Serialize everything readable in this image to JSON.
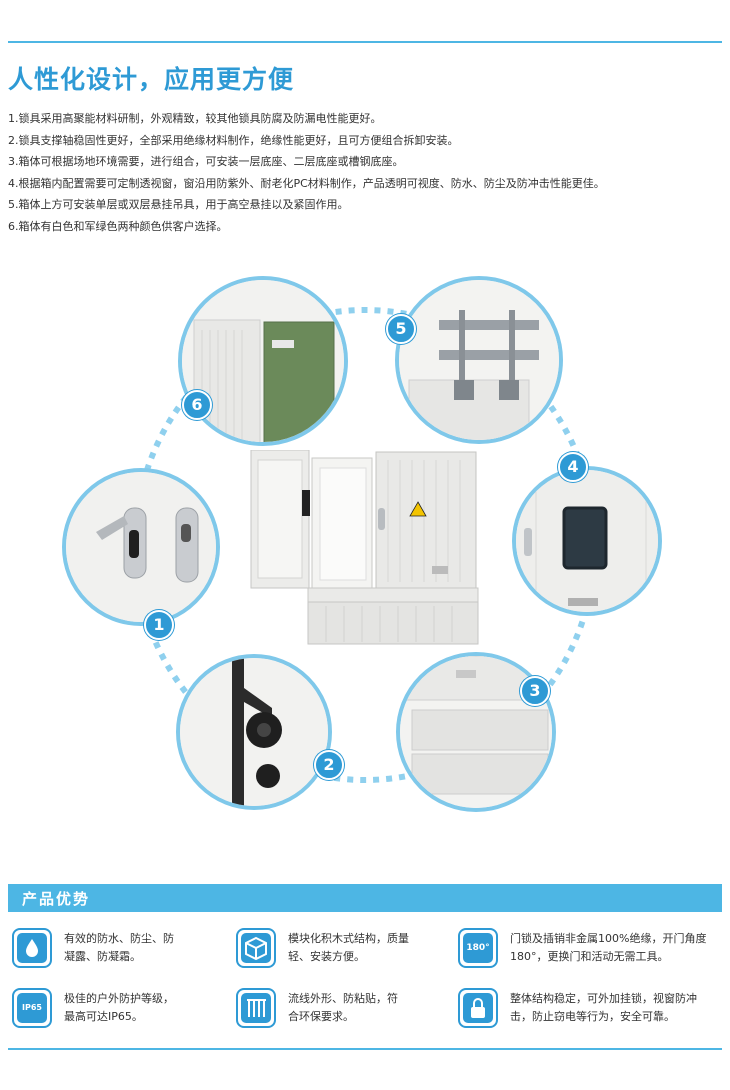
{
  "header": {
    "title": "人性化设计，应用更方便"
  },
  "features": [
    "1.锁具采用高聚能材料研制，外观精致，较其他锁具防腐及防漏电性能更好。",
    "2.锁具支撑轴稳固性更好，全部采用绝缘材料制作，绝缘性能更好，且可方便组合拆卸安装。",
    "3.箱体可根据场地环境需要，进行组合，可安装一层底座、二层底座或槽钢底座。",
    "4.根据箱内配置需要可定制透视窗，窗沿用防紫外、耐老化PC材料制作，产品透明可视度、防水、防尘及防冲击性能更佳。",
    "5.箱体上方可安装单层或双层悬挂吊具，用于高空悬挂以及紧固作用。",
    "6.箱体有白色和军绿色两种颜色供客户选择。"
  ],
  "badges": [
    "1",
    "2",
    "3",
    "4",
    "5",
    "6"
  ],
  "advantages": {
    "title": "产品优势",
    "items": [
      {
        "icon": "water-drop-shield-icon",
        "text": "有效的防水、防尘、防凝露、防凝霜。"
      },
      {
        "icon": "cube-modules-icon",
        "text": "模块化积木式结构，质量轻、安装方便。"
      },
      {
        "icon": "rotate-180-icon",
        "label": "180°",
        "text": "门锁及插销非金属100%绝缘，开门角度180°，更换门和活动无需工具。"
      },
      {
        "icon": "ip65-shield-icon",
        "label": "IP65",
        "text": "极佳的户外防护等级，最高可达IP65。"
      },
      {
        "icon": "streamline-panel-icon",
        "text": "流线外形、防粘贴，符合环保要求。"
      },
      {
        "icon": "padlock-icon",
        "text": "整体结构稳定，可外加挂锁，视窗防冲击，防止窃电等行为，安全可靠。"
      }
    ]
  },
  "colors": {
    "accent": "#2e9ad5",
    "line": "#4db6e4",
    "cabinet_green": "#6b8a5a"
  }
}
